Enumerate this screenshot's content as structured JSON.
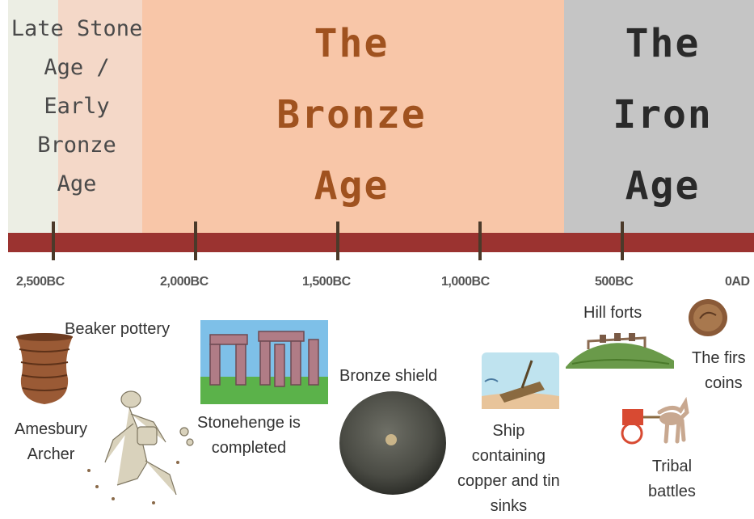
{
  "eras": [
    {
      "lines": [
        "Late Stone",
        "Age /",
        "Early",
        "Bronze",
        "Age"
      ],
      "color": "#4a4a4a"
    },
    {
      "lines": [
        "The",
        "Bronze",
        "Age"
      ],
      "color": "#a0521f"
    },
    {
      "lines": [
        "The",
        "Iron",
        "Age"
      ],
      "color": "#2a2a2a"
    }
  ],
  "ticks": [
    "2,500BC",
    "2,000BC",
    "1,500BC",
    "1,000BC",
    "500BC",
    "0AD"
  ],
  "events": {
    "beaker": "Beaker pottery",
    "archer": [
      "Amesbury",
      "Archer"
    ],
    "stonehenge": [
      "Stonehenge is",
      "completed"
    ],
    "shield": "Bronze shield",
    "ship": [
      "Ship",
      "containing",
      "copper and tin",
      "sinks"
    ],
    "hillforts": "Hill forts",
    "coins": [
      "The firs",
      "coins"
    ],
    "battles": [
      "Tribal",
      "battles"
    ]
  },
  "colors": {
    "late_stone_band": "#eceee4",
    "bronze_band": "#f8c6a8",
    "iron_band": "#c5c5c5",
    "timeline_bar": "#9b3330"
  }
}
